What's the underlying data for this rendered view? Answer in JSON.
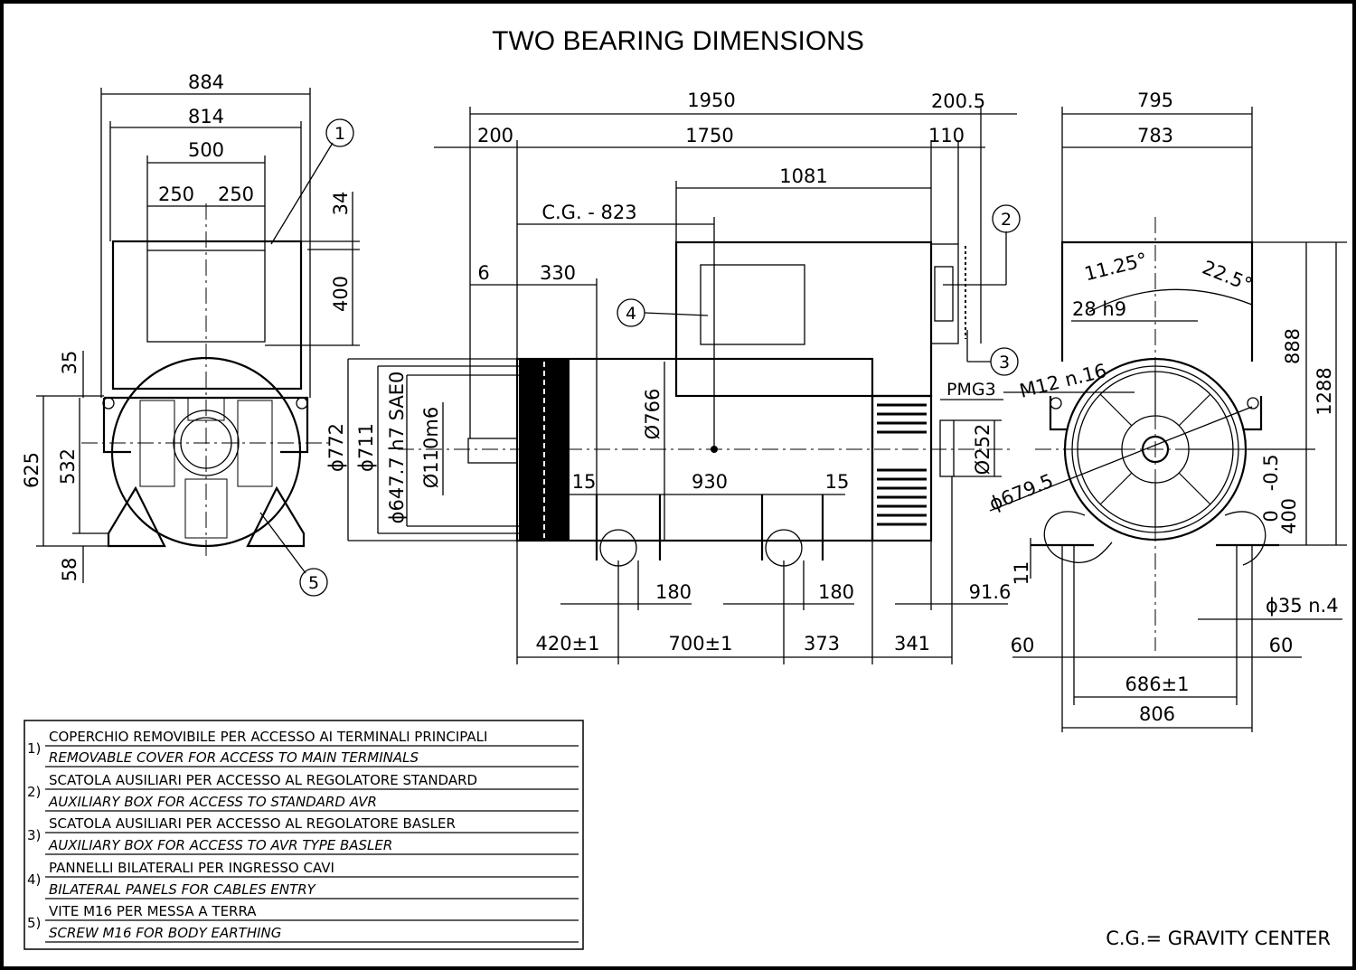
{
  "title": "TWO BEARING DIMENSIONS",
  "footer": "C.G.= GRAVITY CENTER",
  "front_view": {
    "dims": {
      "d884": "884",
      "d814": "814",
      "d500": "500",
      "d250a": "250",
      "d250b": "250",
      "d34": "34",
      "d400": "400",
      "d35": "35",
      "d625": "625",
      "d532": "532",
      "d58": "58"
    },
    "callouts": [
      "1",
      "5"
    ]
  },
  "side_view": {
    "dims": {
      "d1950": "1950",
      "d200_5": "200.5",
      "d200": "200",
      "d1750": "1750",
      "d110": "110",
      "d1081": "1081",
      "cg": "C.G. -  823",
      "d6": "6",
      "d330": "330",
      "phi772": "ϕ772",
      "phi711": "ϕ711",
      "phi647": "ϕ647.7  h7 SAE0",
      "phi110": "Ø110m6",
      "phi766": "Ø766",
      "d15a": "15",
      "d930": "930",
      "d15b": "15",
      "pmg": "PMG3",
      "phi252": "Ø252",
      "d180a": "180",
      "d180b": "180",
      "d91_6": "91.6",
      "d420": "420±1",
      "d700": "700±1",
      "d373": "373",
      "d341": "341"
    },
    "callouts": [
      "2",
      "3",
      "4"
    ]
  },
  "end_view": {
    "dims": {
      "d795": "795",
      "d783": "783",
      "a11": "11.25°",
      "a22": "22.5°",
      "key": "28  h9",
      "d888": "888",
      "d1288": "1288",
      "m12": "M12 n.16",
      "phi679": "ϕ679.5",
      "tol": "0 -0.5",
      "d400": "400",
      "d11": "11",
      "phi35": "ϕ35 n.4",
      "d60a": "60",
      "d60b": "60",
      "d686": "686±1",
      "d806": "806"
    }
  },
  "legend": [
    {
      "num": "1)",
      "it": "COPERCHIO REMOVIBILE PER ACCESSO AI TERMINALI PRINCIPALI",
      "en": "REMOVABLE COVER  FOR ACCESS TO MAIN TERMINALS"
    },
    {
      "num": "2)",
      "it": "SCATOLA AUSILIARI PER ACCESSO AL REGOLATORE STANDARD",
      "en": "AUXILIARY BOX FOR ACCESS TO STANDARD AVR"
    },
    {
      "num": "3)",
      "it": "SCATOLA AUSILIARI PER ACCESSO AL REGOLATORE BASLER",
      "en": "AUXILIARY BOX FOR ACCESS TO AVR TYPE BASLER"
    },
    {
      "num": "4)",
      "it": "PANNELLI BILATERALI PER INGRESSO CAVI",
      "en": "BILATERAL PANELS FOR CABLES ENTRY"
    },
    {
      "num": "5)",
      "it": "VITE M16 PER MESSA A TERRA",
      "en": "SCREW M16 FOR BODY EARTHING"
    }
  ]
}
